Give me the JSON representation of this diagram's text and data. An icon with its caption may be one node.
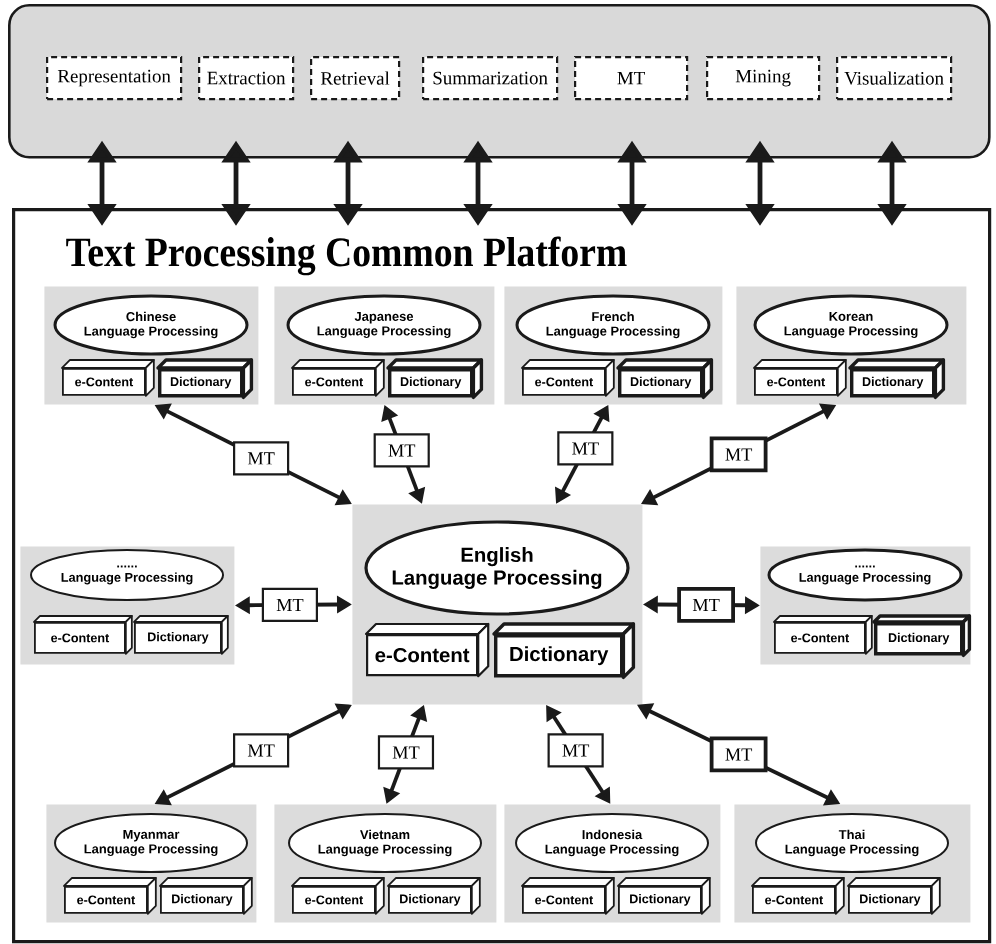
{
  "diagram": {
    "nodes": [
      {
        "text": [],
        "shape": "box"
      },
      {
        "text": [
          "Representation"
        ],
        "in": 0
      },
      {
        "text": [
          "Extraction"
        ],
        "in": 0
      },
      {
        "text": [
          "Retrieval"
        ],
        "in": 0
      },
      {
        "text": [
          "Summarization"
        ],
        "in": 0
      },
      {
        "text": [
          "MT"
        ],
        "in": 0
      },
      {
        "text": [
          "Mining"
        ],
        "in": 0
      },
      {
        "text": [
          "Visualization"
        ],
        "in": 0
      },
      {
        "text": [
          "Text Processing Common Platform"
        ]
      },
      {
        "text": [],
        "shape": "box",
        "in": 8
      },
      {
        "text": [
          "Chinese Language Processing"
        ],
        "in": 9
      },
      {
        "text": [
          "e-Content"
        ],
        "in": 9
      },
      {
        "text": [
          "Dictionary"
        ],
        "in": 9
      },
      {
        "text": [],
        "shape": "box",
        "in": 8
      },
      {
        "text": [
          "Japanese Language Processing"
        ],
        "in": 13
      },
      {
        "text": [
          "e-Content"
        ],
        "in": 13
      },
      {
        "text": [
          "Dictionary"
        ],
        "in": 13
      },
      {
        "text": [],
        "shape": "box",
        "in": 8
      },
      {
        "text": [
          "French Language Processing"
        ],
        "in": 17
      },
      {
        "text": [
          "e-Content"
        ],
        "in": 17
      },
      {
        "text": [
          "Dictionary"
        ],
        "in": 17
      },
      {
        "text": [],
        "shape": "box",
        "in": 8
      },
      {
        "text": [
          "Korean Language Processing"
        ],
        "in": 21
      },
      {
        "text": [
          "e-Content"
        ],
        "in": 21
      },
      {
        "text": [
          "Dictionary"
        ],
        "in": 21
      },
      {
        "text": [],
        "shape": "box",
        "in": 8
      },
      {
        "text": [
          "...... Language Processing"
        ],
        "in": 25
      },
      {
        "text": [
          "e-Content"
        ],
        "in": 25
      },
      {
        "text": [
          "Dictionary"
        ],
        "in": 25
      },
      {
        "text": [],
        "shape": "box",
        "in": 8
      },
      {
        "text": [
          "English Language Processing"
        ],
        "in": 29
      },
      {
        "text": [
          "e-Content"
        ],
        "in": 29
      },
      {
        "text": [
          "Dictionary"
        ],
        "in": 29
      },
      {
        "text": [],
        "shape": "box",
        "in": 8
      },
      {
        "text": [
          "...... Language Processing"
        ],
        "in": 33
      },
      {
        "text": [
          "e-Content"
        ],
        "in": 33
      },
      {
        "text": [
          "Dictionary"
        ],
        "in": 33
      },
      {
        "text": [],
        "shape": "box",
        "in": 8
      },
      {
        "text": [
          "Myanmar Language Processing"
        ],
        "in": 37
      },
      {
        "text": [
          "e-Content"
        ],
        "in": 37
      },
      {
        "text": [
          "Dictionary"
        ],
        "in": 37
      },
      {
        "text": [],
        "shape": "box",
        "in": 8
      },
      {
        "text": [
          "Vietnam Language Processing"
        ],
        "in": 41
      },
      {
        "text": [
          "e-Content"
        ],
        "in": 41
      },
      {
        "text": [
          "Dictionary"
        ],
        "in": 41
      },
      {
        "text": [],
        "shape": "box",
        "in": 8
      },
      {
        "text": [
          "Indonesia Language Processing"
        ],
        "in": 45
      },
      {
        "text": [
          "e-Content"
        ],
        "in": 45
      },
      {
        "text": [
          "Dictionary"
        ],
        "in": 45
      },
      {
        "text": [],
        "shape": "box",
        "in": 8
      },
      {
        "text": [
          "Thai Language Processing"
        ],
        "in": 49
      },
      {
        "text": [
          "e-Content"
        ],
        "in": 49
      },
      {
        "text": [
          "Dictionary"
        ],
        "in": 49
      }
    ],
    "edges": [
      {
        "from": 0,
        "to": 8,
        "arrow": "both"
      },
      {
        "from": 0,
        "to": 8,
        "arrow": "both"
      },
      {
        "from": 0,
        "to": 8,
        "arrow": "both"
      },
      {
        "from": 0,
        "to": 8,
        "arrow": "both"
      },
      {
        "from": 0,
        "to": 8,
        "arrow": "both"
      },
      {
        "from": 0,
        "to": 8,
        "arrow": "both"
      },
      {
        "from": 0,
        "to": 8,
        "arrow": "both"
      },
      {
        "from": 9,
        "to": 29,
        "arrow": "both",
        "label": "MT"
      },
      {
        "from": 13,
        "to": 29,
        "arrow": "both",
        "label": "MT"
      },
      {
        "from": 17,
        "to": 29,
        "arrow": "both",
        "label": "MT"
      },
      {
        "from": 21,
        "to": 29,
        "arrow": "both",
        "label": "MT"
      },
      {
        "from": 25,
        "to": 29,
        "arrow": "both",
        "label": "MT"
      },
      {
        "from": 33,
        "to": 29,
        "arrow": "both",
        "label": "MT"
      },
      {
        "from": 37,
        "to": 29,
        "arrow": "both",
        "label": "MT"
      },
      {
        "from": 41,
        "to": 29,
        "arrow": "both",
        "label": "MT"
      },
      {
        "from": 45,
        "to": 29,
        "arrow": "both",
        "label": "MT"
      },
      {
        "from": 49,
        "to": 29,
        "arrow": "both",
        "label": "MT"
      }
    ]
  }
}
